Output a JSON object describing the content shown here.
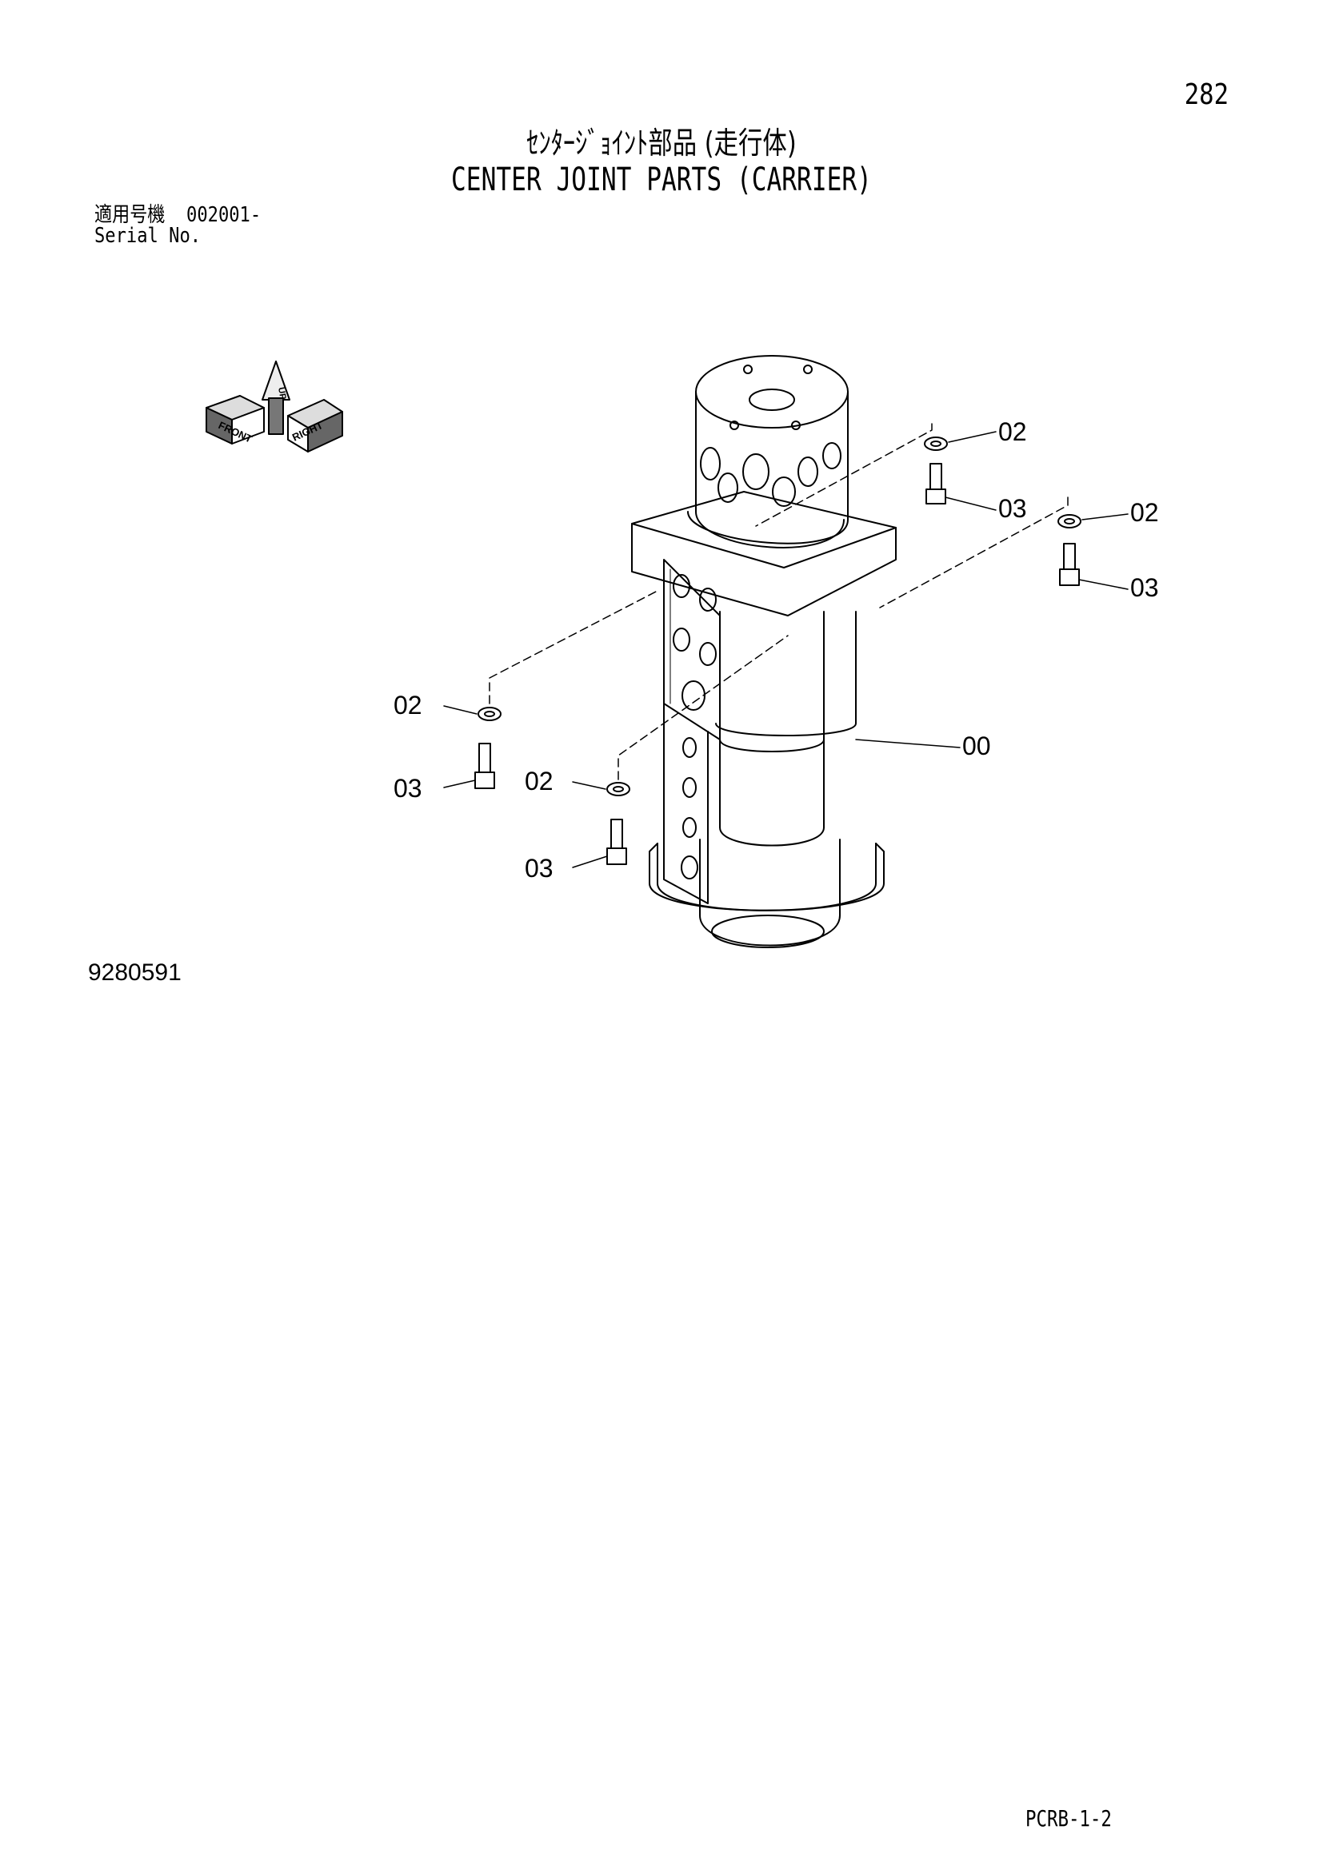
{
  "header": {
    "page_number": "282",
    "title_jp": "ｾﾝﾀｰｼﾞｮｲﾝﾄ部品 (走行体)",
    "title_en": "CENTER JOINT PARTS (CARRIER)",
    "serial_label_jp": "適用号機",
    "serial_value": "002001-",
    "serial_label_en": "Serial No."
  },
  "orientation_icon": {
    "front": "FRONT",
    "right": "RIGHT",
    "up": "UP"
  },
  "callouts": {
    "washer_top_1": "02",
    "bolt_top_1": "03",
    "washer_top_2": "02",
    "bolt_top_2": "03",
    "body": "00",
    "washer_left_1": "02",
    "bolt_left_1": "03",
    "washer_left_2": "02",
    "bolt_left_2": "03"
  },
  "footer": {
    "drawing_number": "9280591",
    "page_code": "PCRB-1-2"
  }
}
